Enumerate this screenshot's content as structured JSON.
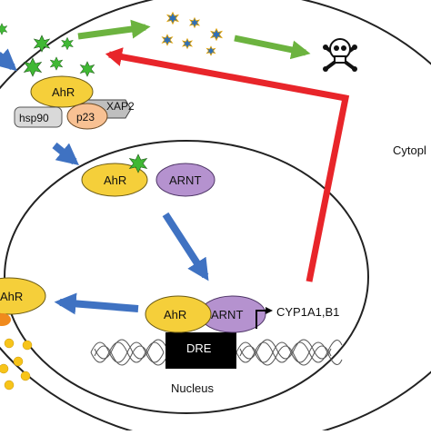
{
  "labels": {
    "cytoplasm": "Cytopl",
    "nucleus": "Nucleus",
    "gene": "CYP1A1,B1",
    "dre": "DRE"
  },
  "complex_cytoplasm": {
    "ahr": "AhR",
    "xap2": "XAP2",
    "hsp90": "hsp90",
    "p23": "p23"
  },
  "complex_nuclear_top": {
    "ahr": "AhR",
    "arnt": "ARNT"
  },
  "complex_dna_bound": {
    "ahr": "AhR",
    "arnt": "ARNT"
  },
  "exported_ahr": "AhR",
  "colors": {
    "ahr": "#f5cf3a",
    "arnt": "#b592cf",
    "p23": "#f8c193",
    "hsp90": "#d9d9d9",
    "xap2": "#bfbfbf",
    "ligand_green": "#40b834",
    "metabolite_blue": "#2f6fb6",
    "arrow_blue": "#3f72c2",
    "arrow_green": "#6cb33f",
    "arrow_red": "#e8252a",
    "dots": "#f7c41a",
    "ahr_degraded": "#f08a1d"
  },
  "icons": [
    "ligand-star-icon",
    "metabolite-star-icon",
    "skull-crossbones-icon",
    "transcription-start-arrow-icon"
  ]
}
